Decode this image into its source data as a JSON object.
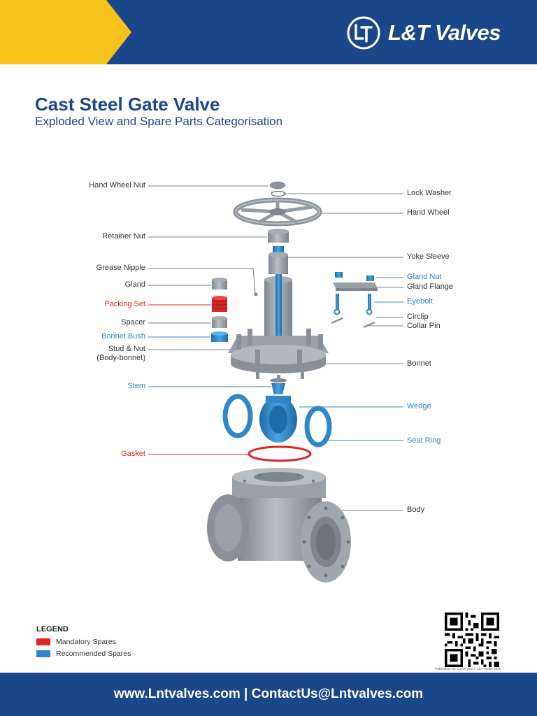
{
  "brand": {
    "name": "L&T Valves"
  },
  "page": {
    "title": "Cast Steel Gate Valve",
    "subtitle": "Exploded View and Spare Parts Categorisation"
  },
  "colors": {
    "brand_blue": "#1a4789",
    "accent_yellow": "#f7c21c",
    "recommended": "#2f86c8",
    "mandatory": "#e02424",
    "part_grey": "#9aa0a8"
  },
  "labels": {
    "left": [
      {
        "text": "Hand Wheel Nut",
        "type": "normal"
      },
      {
        "text": "Retainer Nut",
        "type": "normal"
      },
      {
        "text": "Grease Nipple",
        "type": "normal"
      },
      {
        "text": "Gland",
        "type": "normal"
      },
      {
        "text": "Packing Set",
        "type": "mandatory"
      },
      {
        "text": "Spacer",
        "type": "normal"
      },
      {
        "text": "Bonnet Bush",
        "type": "recommended"
      },
      {
        "text": "Stud & Nut",
        "type": "normal"
      },
      {
        "text": "(Body-bonnet)",
        "type": "normal"
      },
      {
        "text": "Stem",
        "type": "recommended"
      },
      {
        "text": "Gasket",
        "type": "mandatory"
      }
    ],
    "right": [
      {
        "text": "Lock Washer",
        "type": "normal"
      },
      {
        "text": "Hand Wheel",
        "type": "normal"
      },
      {
        "text": "Yoke Sleeve",
        "type": "normal"
      },
      {
        "text": "Gland Nut",
        "type": "recommended"
      },
      {
        "text": "Gland Flange",
        "type": "normal"
      },
      {
        "text": "Eyebolt",
        "type": "recommended"
      },
      {
        "text": "Circlip",
        "type": "normal"
      },
      {
        "text": "Collar Pin",
        "type": "normal"
      },
      {
        "text": "Bonnet",
        "type": "normal"
      },
      {
        "text": "Wedge",
        "type": "recommended"
      },
      {
        "text": "Seat Ring",
        "type": "recommended"
      },
      {
        "text": "Body",
        "type": "normal"
      }
    ]
  },
  "legend": {
    "title": "LEGEND",
    "items": [
      {
        "label": "Mandatory Spares",
        "color": "#e02424"
      },
      {
        "label": "Recommended Spares",
        "color": "#2f86c8"
      }
    ]
  },
  "publication": "Publication No: CS/LV/IG/2 © L&T Valves 2021",
  "footer": {
    "text": "www.Lntvalves.com | ContactUs@Lntvalves.com"
  }
}
